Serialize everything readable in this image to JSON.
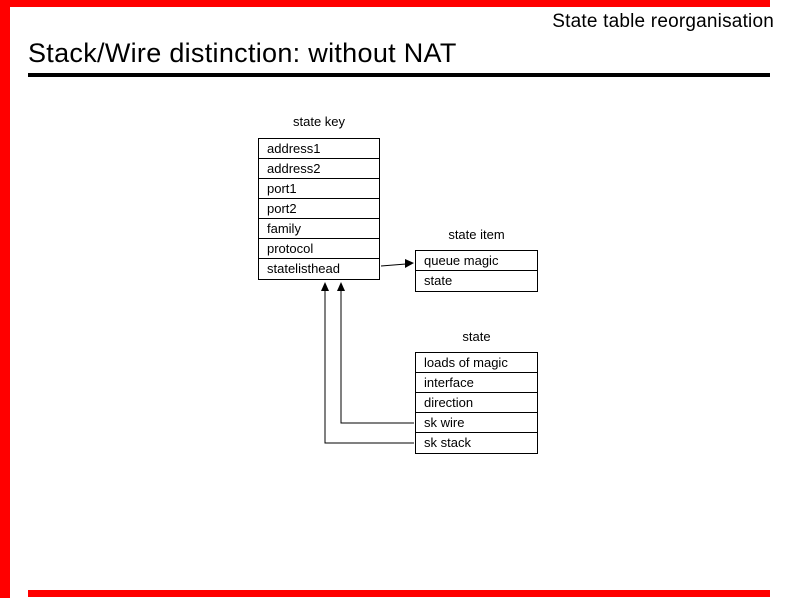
{
  "header": {
    "corner_label": "State table reorganisation",
    "title": "Stack/Wire distinction: without NAT"
  },
  "diagram": {
    "state_key": {
      "label": "state key",
      "rows": [
        "address1",
        "address2",
        "port1",
        "port2",
        "family",
        "protocol",
        "statelisthead"
      ]
    },
    "state_item": {
      "label": "state item",
      "rows": [
        "queue magic",
        "state"
      ]
    },
    "state": {
      "label": "state",
      "rows": [
        "loads of magic",
        "interface",
        "direction",
        "sk wire",
        "sk stack"
      ]
    }
  },
  "colors": {
    "accent_red": "#ff0000",
    "line_black": "#000000"
  }
}
